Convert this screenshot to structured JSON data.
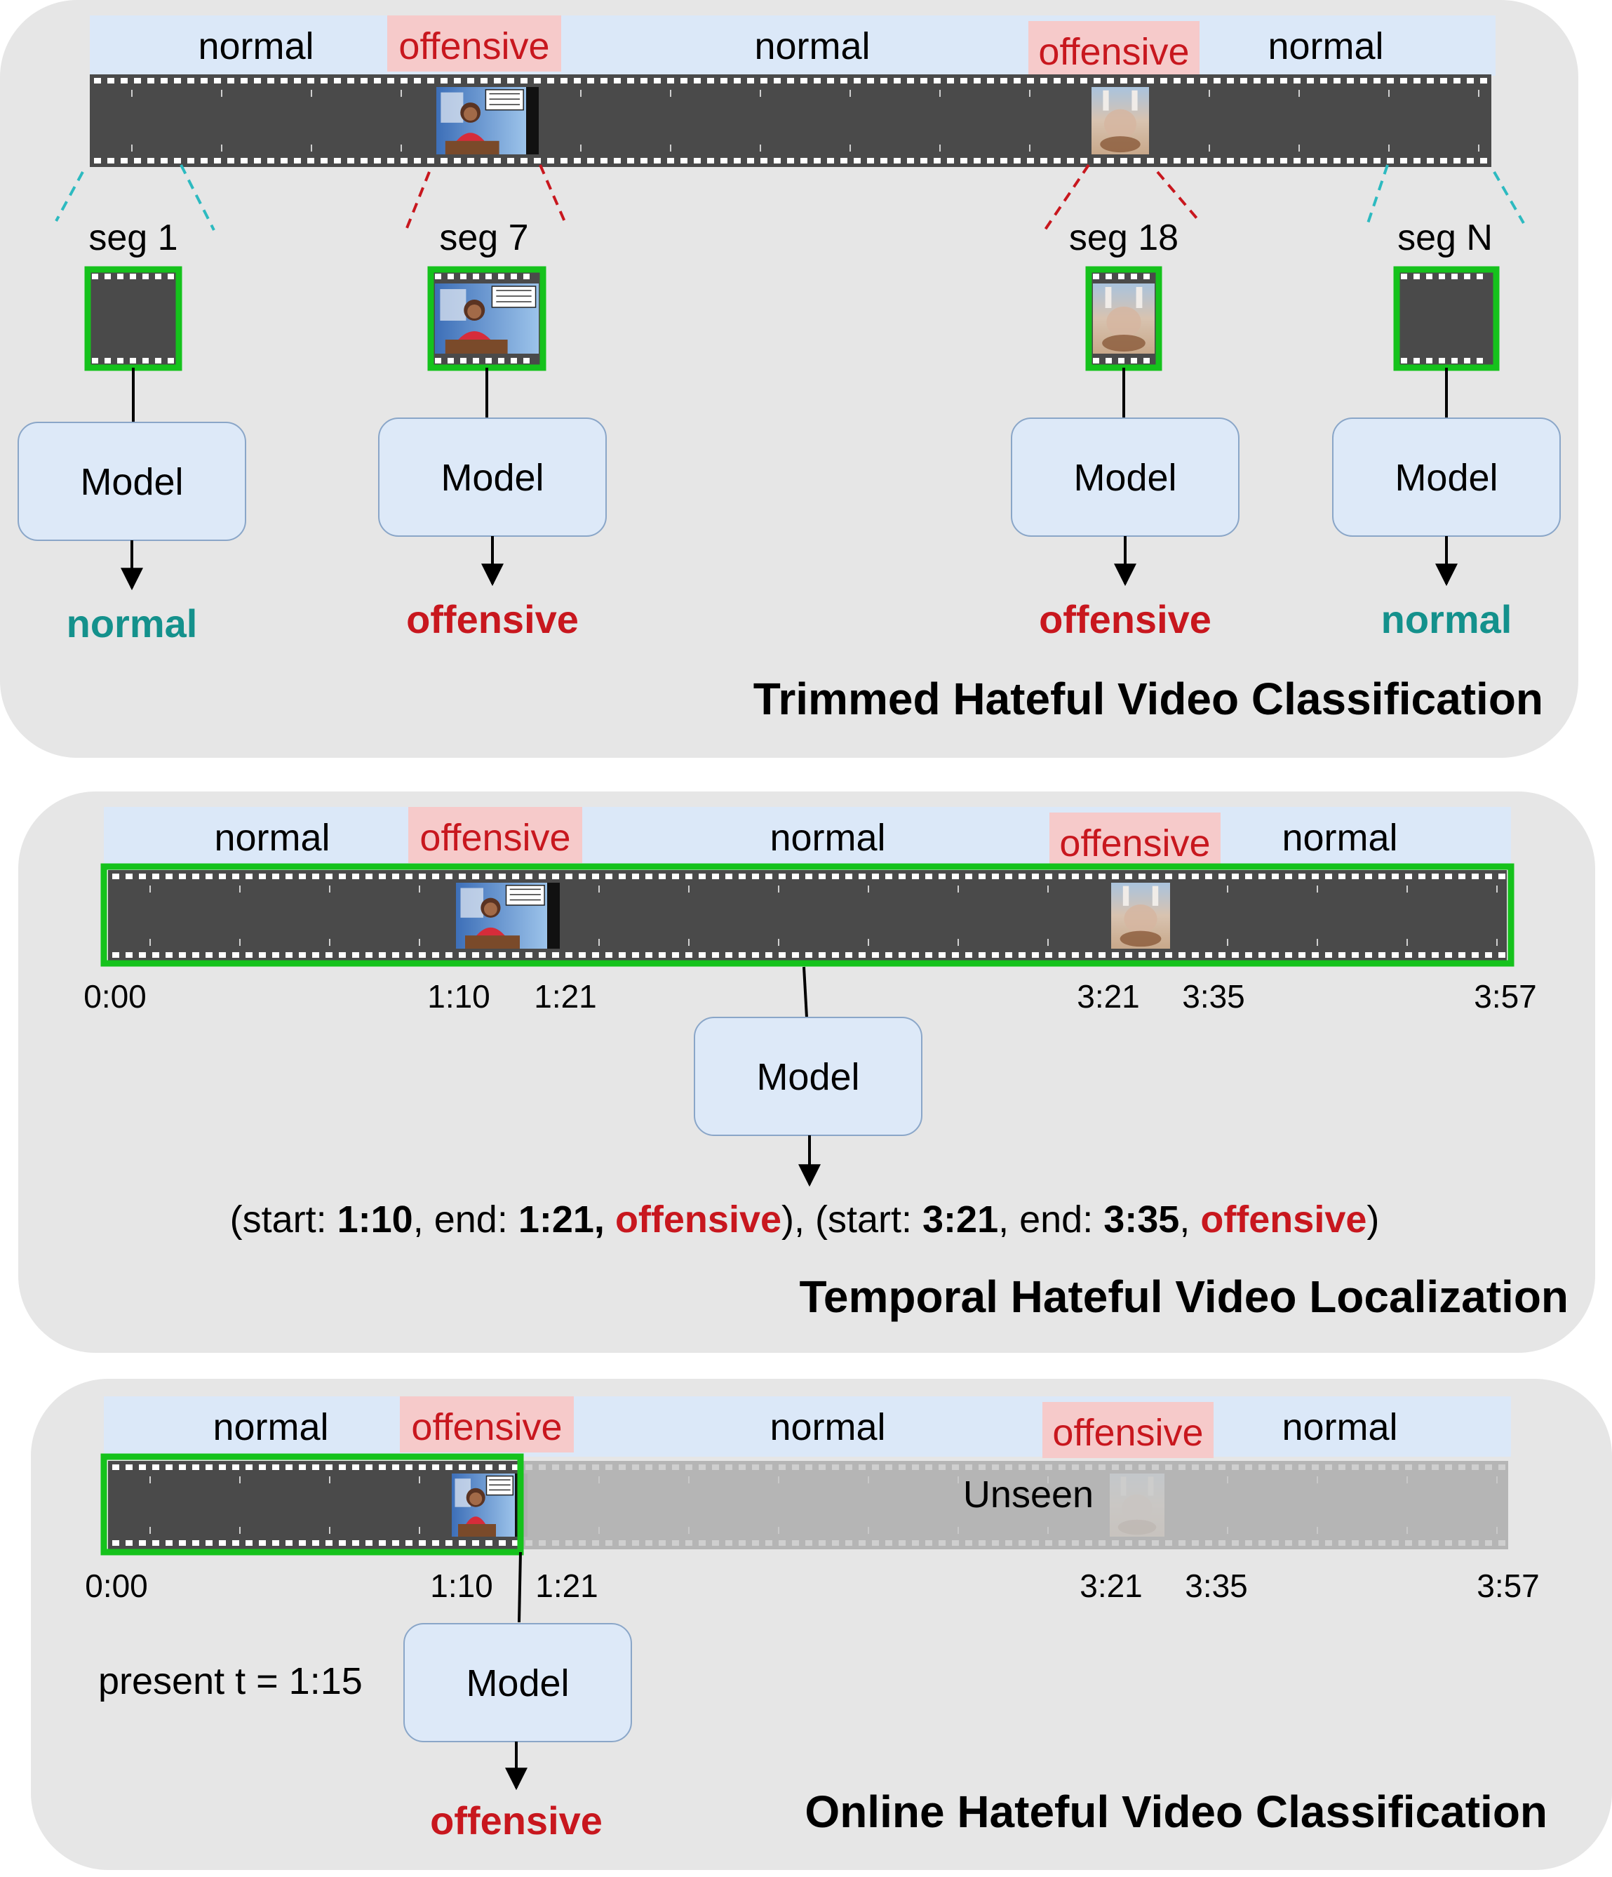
{
  "colors": {
    "panel": "#e6e6e6",
    "label_band": "#dbe8f8",
    "offensive_highlight": "#f6caca",
    "offensive_text": "#c8171e",
    "normal_text": "#14918c",
    "film": "#4a4a4a",
    "frame_green": "#15c21c",
    "model_box": "#dde9f8",
    "unseen": "#c7c7c7",
    "dash_teal": "#2dbac0",
    "dash_red": "#c8171e"
  },
  "labels": {
    "normal": "normal",
    "offensive": "offensive",
    "model": "Model",
    "unseen": "Unseen"
  },
  "trimmed": {
    "title": "Trimmed Hateful Video Classification",
    "segments": [
      {
        "name": "seg 1",
        "output": "normal",
        "thumb": "blank"
      },
      {
        "name": "seg 7",
        "output": "offensive",
        "thumb": "person"
      },
      {
        "name": "seg 18",
        "output": "offensive",
        "thumb": "blur"
      },
      {
        "name": "seg N",
        "output": "normal",
        "thumb": "blank"
      }
    ]
  },
  "temporal": {
    "title": "Temporal Hateful Video Localization",
    "times": [
      "0:00",
      "1:10",
      "1:21",
      "3:21",
      "3:35",
      "3:57"
    ],
    "result": {
      "open1": "(start: ",
      "s1": "1:10",
      "end1": ", end: ",
      "e1": "1:21,",
      "sp": " ",
      "off1": "offensive",
      "mid": "), (start: ",
      "s2": "3:21",
      "end2": ", end: ",
      "e2": "3:35",
      "comma": ", ",
      "off2": "offensive",
      "close": ")"
    }
  },
  "online": {
    "title": "Online Hateful Video Classification",
    "times": [
      "0:00",
      "1:10",
      "1:21",
      "3:21",
      "3:35",
      "3:57"
    ],
    "present": "present t = 1:15",
    "output": "offensive"
  }
}
